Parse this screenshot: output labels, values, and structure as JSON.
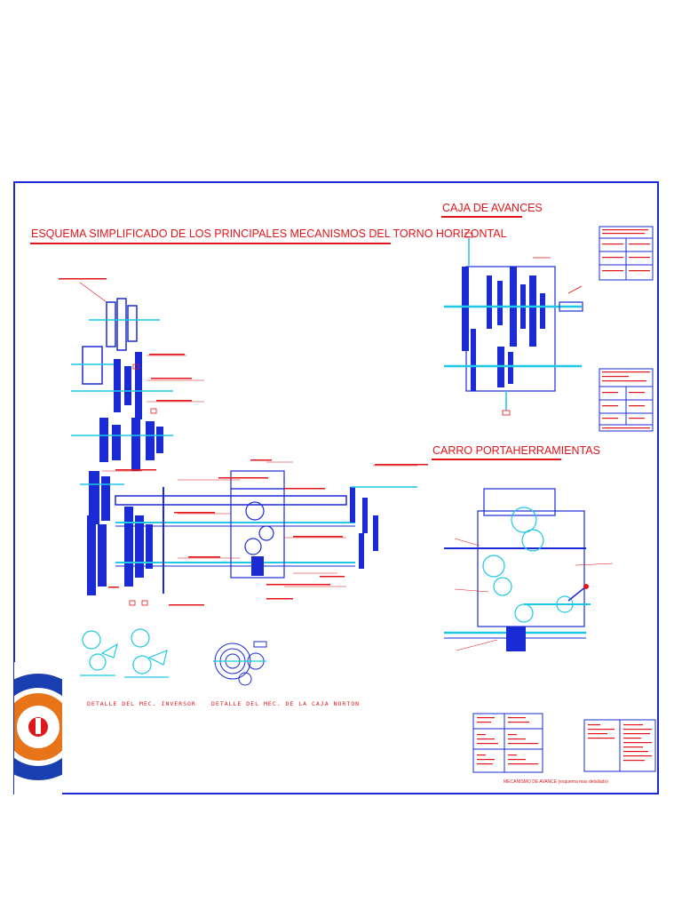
{
  "titles": {
    "main": "ESQUEMA SIMPLIFICADO DE LOS PRINCIPALES MECANISMOS DEL TORNO HORIZONTAL",
    "caja": "CAJA DE AVANCES",
    "carro": "CARRO PORTAHERRAMIENTAS"
  },
  "details": {
    "inversor": "DETALLE DEL MEC. INVERSOR",
    "norton": "DETALLE DEL MEC. DE LA CAJA NORTON"
  },
  "caption": "MECANISMO DE AVANCE (esquema mas detallado)",
  "colors": {
    "frame": "#1a2bd6",
    "accent": "#e0161b",
    "cyan": "#1ec8e6",
    "seal_blue": "#1a3fb0",
    "seal_orange": "#e8741a"
  },
  "seal": {
    "icon": "university-seal-icon"
  }
}
